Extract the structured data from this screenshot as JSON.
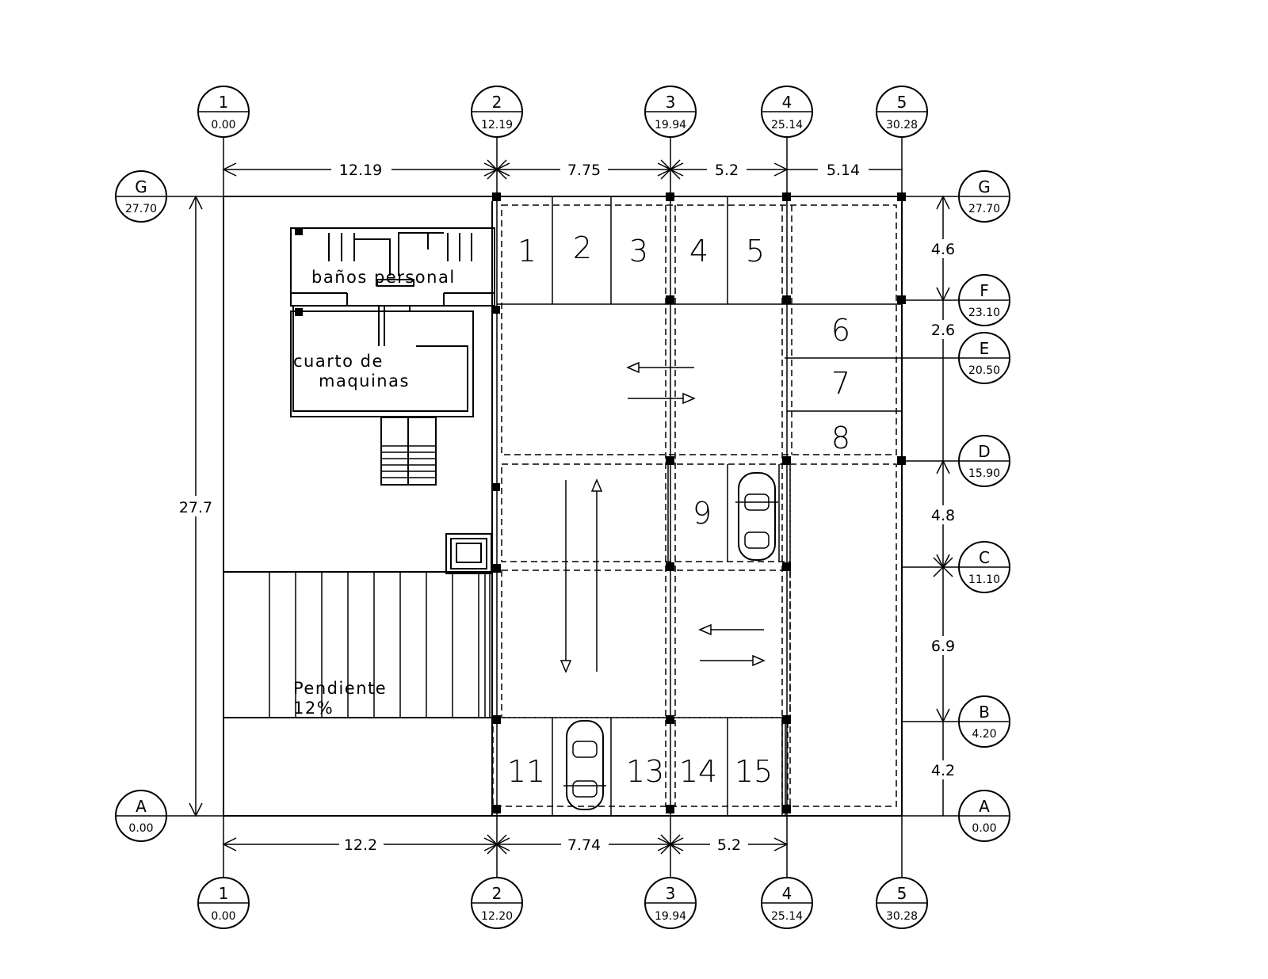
{
  "grid_columns": [
    {
      "label": "1",
      "top": "0.00",
      "bottom": "0.00"
    },
    {
      "label": "2",
      "top": "12.19",
      "bottom": "12.20"
    },
    {
      "label": "3",
      "top": "19.94",
      "bottom": "19.94"
    },
    {
      "label": "4",
      "top": "25.14",
      "bottom": "25.14"
    },
    {
      "label": "5",
      "top": "30.28",
      "bottom": "30.28"
    }
  ],
  "grid_rows": [
    {
      "label": "G",
      "coord": "27.70"
    },
    {
      "label": "F",
      "coord": "23.10"
    },
    {
      "label": "E",
      "coord": "20.50"
    },
    {
      "label": "D",
      "coord": "15.90"
    },
    {
      "label": "C",
      "coord": "11.10"
    },
    {
      "label": "B",
      "coord": "4.20"
    },
    {
      "label": "A",
      "coord": "0.00"
    }
  ],
  "left_row_bubbles": [
    {
      "label": "G",
      "coord": "27.70"
    },
    {
      "label": "A",
      "coord": "0.00"
    }
  ],
  "dims_top": [
    "12.19",
    "7.75",
    "5.2",
    "5.14"
  ],
  "dims_bottom": [
    "12.2",
    "7.74",
    "5.2"
  ],
  "dims_right": [
    "4.6",
    "2.6",
    "4.8",
    "6.9",
    "4.2"
  ],
  "dim_left": "27.7",
  "stalls": [
    "1",
    "2",
    "3",
    "4",
    "5",
    "6",
    "7",
    "8",
    "9",
    "11",
    "13",
    "14",
    "15"
  ],
  "rooms": {
    "banos": "baños personal",
    "cuarto_line1": "cuarto de",
    "cuarto_line2": "maquinas",
    "pendiente_line1": "Pendiente",
    "pendiente_line2": "12%"
  }
}
